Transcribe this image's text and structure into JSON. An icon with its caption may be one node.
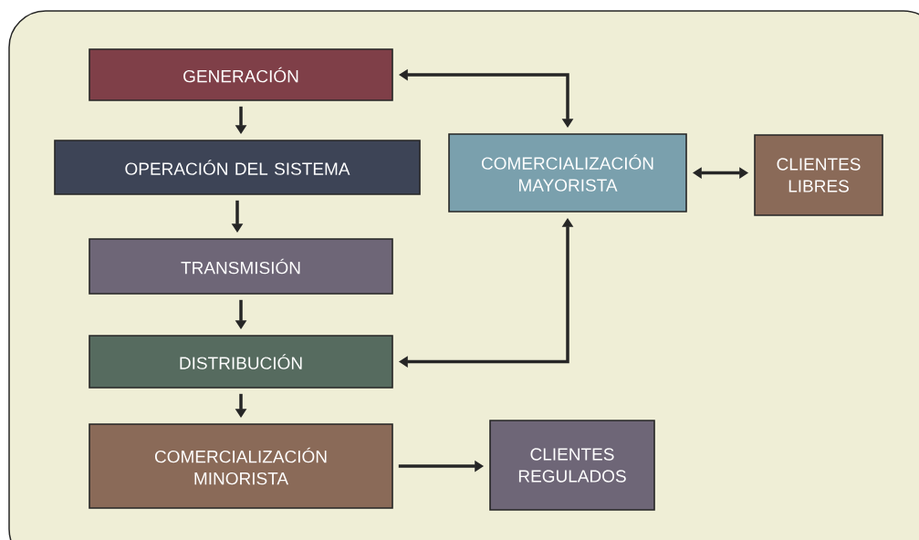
{
  "diagram": {
    "nodes": [
      {
        "text": [
          "GENERACIÓN"
        ]
      },
      {
        "text": [
          "OPERACIÓN DEL SISTEMA"
        ]
      },
      {
        "text": [
          "COMERCIALIZACIÓN MAYORISTA"
        ]
      },
      {
        "text": [
          "CLIENTES LIBRES"
        ]
      },
      {
        "text": [
          "TRANSMISIÓN"
        ]
      },
      {
        "text": [
          "DISTRIBUCIÓN"
        ]
      },
      {
        "text": [
          "COMERCIALIZACIÓN MINORISTA"
        ]
      },
      {
        "text": [
          "CLIENTES REGULADOS"
        ]
      }
    ],
    "edges": [
      {
        "from": 0,
        "to": 1,
        "arrow": "to"
      },
      {
        "from": 1,
        "to": 4,
        "arrow": "to"
      },
      {
        "from": 4,
        "to": 5,
        "arrow": "to"
      },
      {
        "from": 5,
        "to": 6,
        "arrow": "to"
      },
      {
        "from": 6,
        "to": 7,
        "arrow": "to"
      },
      {
        "from": 0,
        "to": 2,
        "arrow": "both"
      },
      {
        "from": 5,
        "to": 2,
        "arrow": "both"
      },
      {
        "from": 2,
        "to": 3,
        "arrow": "both"
      }
    ]
  }
}
